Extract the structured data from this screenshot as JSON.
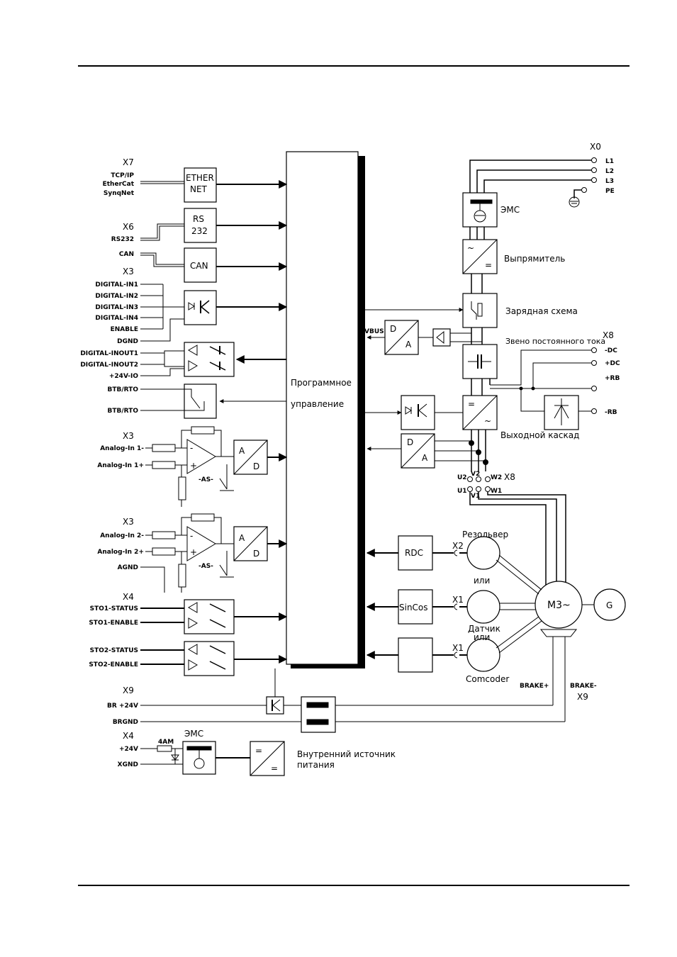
{
  "connectors": {
    "x7": "X7",
    "x6": "X6",
    "x3a": "X3",
    "x3b": "X3",
    "x3c": "X3",
    "x4a": "X4",
    "x4b": "X4",
    "x9a": "X9",
    "x9b": "X9",
    "x0": "X0",
    "x8a": "X8",
    "x8b": "X8",
    "x2": "X2",
    "x1a": "X1",
    "x1b": "X1"
  },
  "left": {
    "tcpip": "TCP/IP",
    "ethercat": "EtherCat",
    "synqnet": "SynqNet",
    "rs232": "RS232",
    "can": "CAN",
    "din1": "DIGITAL-IN1",
    "din2": "DIGITAL-IN2",
    "din3": "DIGITAL-IN3",
    "din4": "DIGITAL-IN4",
    "enable": "ENABLE",
    "dgnd": "DGND",
    "dio1": "DIGITAL-INOUT1",
    "dio2": "DIGITAL-INOUT2",
    "v24io": "+24V-IO",
    "btb1": "BTB/RTO",
    "btb2": "BTB/RTO",
    "ain1m": "Analog-In 1-",
    "ain1p": "Analog-In 1+",
    "ain2m": "Analog-In 2-",
    "ain2p": "Analog-In 2+",
    "agnd": "AGND",
    "sto1s": "STO1-STATUS",
    "sto1e": "STO1-ENABLE",
    "sto2s": "STO2-STATUS",
    "sto2e": "STO2-ENABLE",
    "br24": "BR +24V",
    "brgnd": "BRGND",
    "p24": "+24V",
    "xgnd": "XGND",
    "fuse": "4AM"
  },
  "blocks": {
    "ether1": "ETHER",
    "ether2": "NET",
    "rs1": "RS",
    "rs2": "232",
    "can": "CAN",
    "prog1": "Программное",
    "prog2": "управление",
    "ad_a": "A",
    "ad_d": "D",
    "da_d": "D",
    "da_a": "A",
    "rdc": "RDC",
    "sincos": "SinCos",
    "as": "-AS-",
    "motor": "M3~",
    "gen": "G",
    "emc_top": "ЭМС",
    "emc_bottom": "ЭМС",
    "rect": "Выпрямитель",
    "charge": "Зарядная схема",
    "dclink": "Звено постоянного тока",
    "output": "Выходной каскад",
    "vbus": "VBUS",
    "int_psu1": "Внутренний источник",
    "int_psu2": "питания",
    "tilde": "~",
    "eq": "="
  },
  "right": {
    "l1": "L1",
    "l2": "L2",
    "l3": "L3",
    "pe": "PE",
    "dcm": "-DC",
    "dcp": "+DC",
    "rb": "+RB",
    "rb_ext": "-RB",
    "u2": "U2",
    "v2": "V2",
    "w2": "W2",
    "u1": "U1",
    "v1": "V1",
    "w1": "W1",
    "resolver": "Резольвер",
    "or1": "или",
    "encoder": "Датчик",
    "or2": "или",
    "comcoder": "Comcoder",
    "brake_p": "BRAKE+",
    "brake_m": "BRAKE-"
  }
}
